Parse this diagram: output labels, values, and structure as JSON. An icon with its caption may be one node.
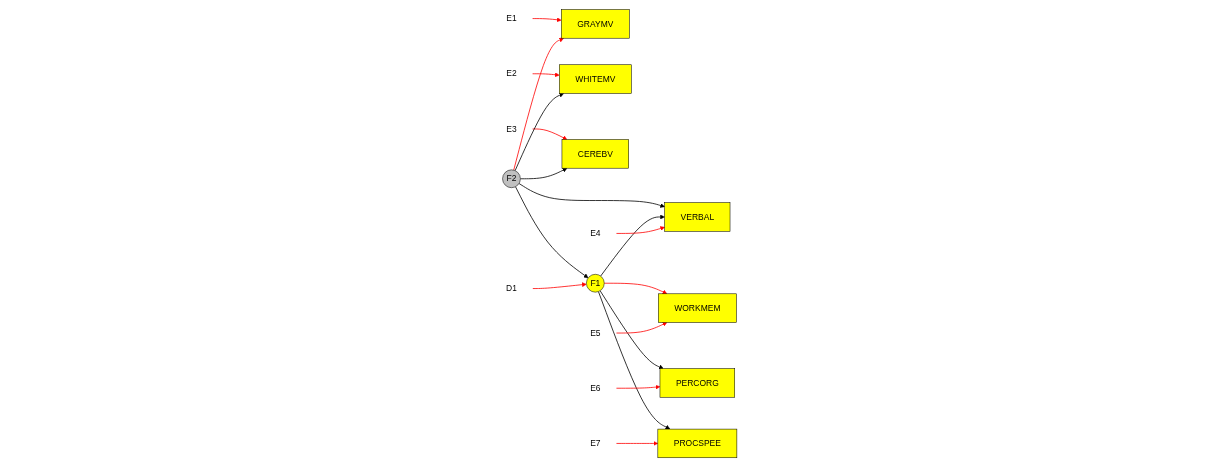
{
  "diagram": {
    "nodes": [
      {
        "text": [
          "E1"
        ]
      },
      {
        "text": [
          "GRAYMV"
        ]
      },
      {
        "text": [
          "E2"
        ]
      },
      {
        "text": [
          "WHITEMV"
        ]
      },
      {
        "text": [
          "E3"
        ]
      },
      {
        "text": [
          "CEREBV"
        ]
      },
      {
        "text": [
          "F2"
        ]
      },
      {
        "text": [
          "F1"
        ]
      },
      {
        "text": [
          "D1"
        ]
      },
      {
        "text": [
          "VERBAL"
        ]
      },
      {
        "text": [
          "E4"
        ]
      },
      {
        "text": [
          "WORKMEM"
        ]
      },
      {
        "text": [
          "E5"
        ]
      },
      {
        "text": [
          "PERCORG"
        ]
      },
      {
        "text": [
          "E6"
        ]
      },
      {
        "text": [
          "PROCSPEE"
        ]
      },
      {
        "text": [
          "E7"
        ]
      }
    ],
    "edges": [
      {
        "from": 0,
        "to": 1,
        "arrow": "to"
      },
      {
        "from": 2,
        "to": 3,
        "arrow": "to"
      },
      {
        "from": 4,
        "to": 5,
        "arrow": "to"
      },
      {
        "from": 6,
        "to": 1,
        "arrow": "to"
      },
      {
        "from": 6,
        "to": 3,
        "arrow": "to",
        "color": "#000000"
      },
      {
        "from": 6,
        "to": 5,
        "arrow": "to",
        "color": "#000000"
      },
      {
        "from": 6,
        "to": 9,
        "arrow": "to",
        "color": "#000000"
      },
      {
        "from": 6,
        "to": 7,
        "arrow": "to",
        "color": "#000000"
      },
      {
        "from": 7,
        "to": 9,
        "arrow": "to",
        "color": "#000000"
      },
      {
        "from": 7,
        "to": 11,
        "arrow": "to"
      },
      {
        "from": 7,
        "to": 13,
        "arrow": "to",
        "color": "#000000"
      },
      {
        "from": 7,
        "to": 15,
        "arrow": "to",
        "color": "#000000"
      },
      {
        "from": 8,
        "to": 7,
        "arrow": "to"
      },
      {
        "from": 10,
        "to": 9,
        "arrow": "to"
      },
      {
        "from": 12,
        "to": 11,
        "arrow": "to"
      },
      {
        "from": 14,
        "to": 13,
        "arrow": "to"
      },
      {
        "from": 16,
        "to": 15,
        "arrow": "to"
      }
    ]
  }
}
